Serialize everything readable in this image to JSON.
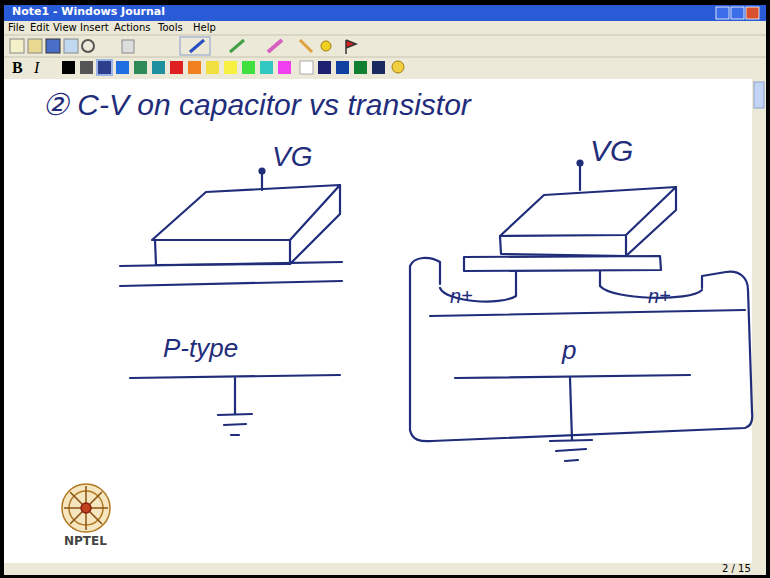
{
  "diagram": {
    "title": "② C-V on capacitor vs transistor",
    "labels": [
      "Note1 - Windows Journal",
      "File",
      "Edit",
      "View",
      "Insert",
      "Actions",
      "Tools",
      "Help",
      "B",
      "I",
      "VG",
      "VG",
      "P-type",
      "n+",
      "n+",
      "p",
      "NPTEL",
      "2 / 15"
    ]
  }
}
